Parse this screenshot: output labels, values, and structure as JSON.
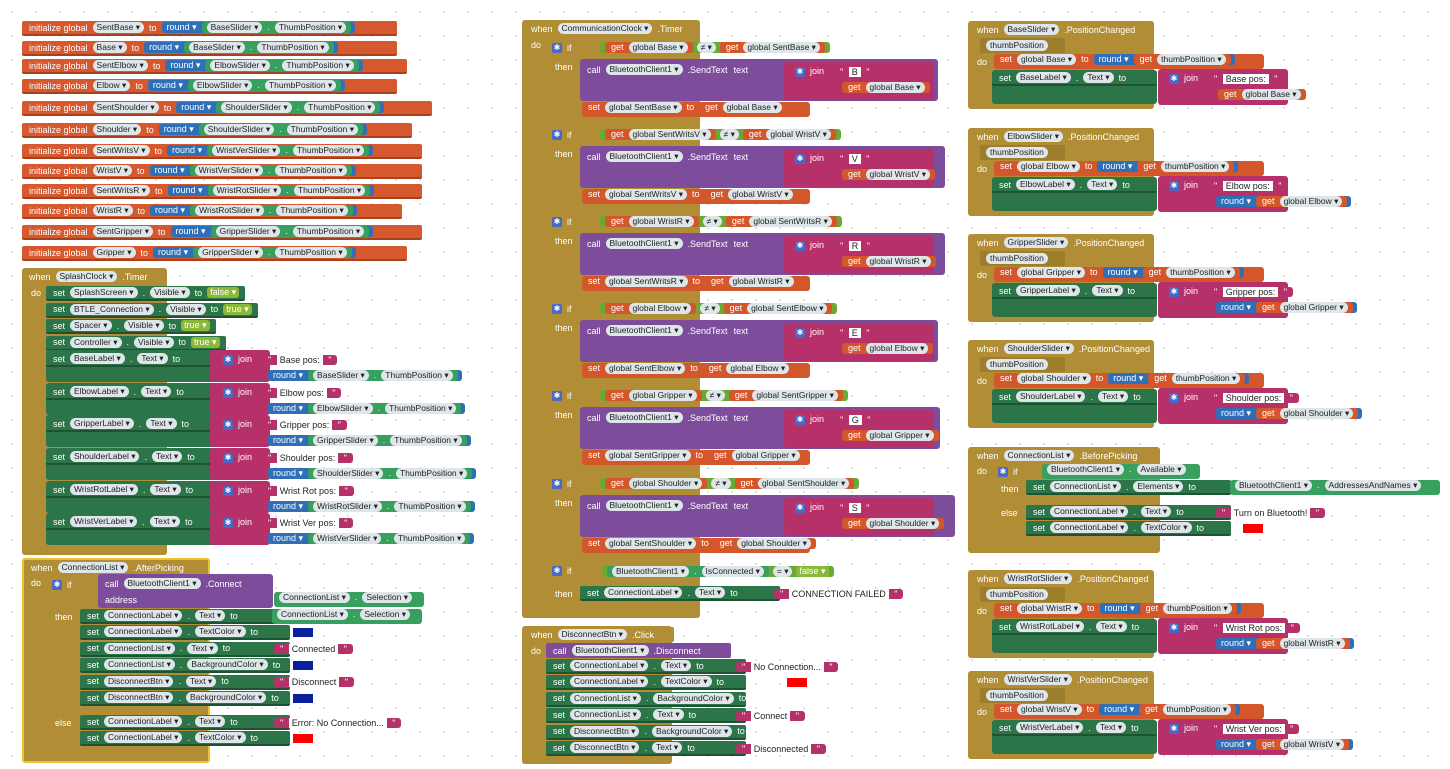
{
  "common": {
    "kw_initialize": "initialize global",
    "kw_to": "to",
    "kw_round": "round",
    "kw_set": "set",
    "kw_get": "get",
    "kw_when": "when",
    "kw_do": "do",
    "kw_if": "if",
    "kw_then": "then",
    "kw_else": "else",
    "kw_call": "call",
    "kw_join": "join",
    "kw_address": "address",
    "kw_dot": ".",
    "gear_glyph": "✱",
    "kw_thumbpos": "ThumbPosition"
  },
  "globals": [
    {
      "name": "SentBase",
      "slider": "BaseSlider"
    },
    {
      "name": "Base",
      "slider": "BaseSlider"
    },
    {
      "name": "SentElbow",
      "slider": "ElbowSlider"
    },
    {
      "name": "Elbow",
      "slider": "ElbowSlider"
    },
    {
      "name": "SentShoulder",
      "slider": "ShoulderSlider"
    },
    {
      "name": "Shoulder",
      "slider": "ShoulderSlider"
    },
    {
      "name": "SentWritsV",
      "slider": "WristVerSlider"
    },
    {
      "name": "WristV",
      "slider": "WristVerSlider"
    },
    {
      "name": "SentWritsR",
      "slider": "WristRotSlider"
    },
    {
      "name": "WristR",
      "slider": "WristRotSlider"
    },
    {
      "name": "SentGripper",
      "slider": "GripperSlider"
    },
    {
      "name": "Gripper",
      "slider": "GripperSlider"
    }
  ],
  "splash": {
    "component": "SplashClock",
    "event": ".Timer",
    "bool_sets": [
      {
        "comp": "SplashScreen",
        "prop": "Visible",
        "val": "false"
      },
      {
        "comp": "BTLE_Connection",
        "prop": "Visible",
        "val": "true"
      },
      {
        "comp": "Spacer",
        "prop": "Visible",
        "val": "true"
      },
      {
        "comp": "Controller",
        "prop": "Visible",
        "val": "true"
      }
    ],
    "label_sets": [
      {
        "comp": "BaseLabel",
        "prop": "Text",
        "text": "Base pos: ",
        "slider": "BaseSlider"
      },
      {
        "comp": "ElbowLabel",
        "prop": "Text",
        "text": "Elbow pos: ",
        "slider": "ElbowSlider"
      },
      {
        "comp": "GripperLabel",
        "prop": "Text",
        "text": "Gripper pos: ",
        "slider": "GripperSlider"
      },
      {
        "comp": "ShoulderLabel",
        "prop": "Text",
        "text": "Shoulder pos: ",
        "slider": "ShoulderSlider"
      },
      {
        "comp": "WristRotLabel",
        "prop": "Text",
        "text": "Wrist Rot pos: ",
        "slider": "WristRotSlider"
      },
      {
        "comp": "WristVerLabel",
        "prop": "Text",
        "text": "Wrist Ver pos: ",
        "slider": "WristVerSlider"
      }
    ]
  },
  "afterpicking": {
    "component": "ConnectionList",
    "event": ".AfterPicking",
    "call_comp": "BluetoothClient1",
    "call_method": ".Connect",
    "addr_comp": "ConnectionList",
    "addr_prop": "Selection",
    "then_sets": [
      {
        "comp": "ConnectionLabel",
        "prop": "Text",
        "val": "ConnectionList",
        "val2": "Selection",
        "kind": "prop"
      },
      {
        "comp": "ConnectionLabel",
        "prop": "TextColor",
        "kind": "color",
        "color": "#0a1f9e"
      },
      {
        "comp": "ConnectionList",
        "prop": "Text",
        "kind": "str",
        "val": "Connected"
      },
      {
        "comp": "ConnectionList",
        "prop": "BackgroundColor",
        "kind": "color",
        "color": "#0a1f9e"
      },
      {
        "comp": "DisconnectBtn",
        "prop": "Text",
        "kind": "str",
        "val": "Disconnect"
      },
      {
        "comp": "DisconnectBtn",
        "prop": "BackgroundColor",
        "kind": "color",
        "color": "#0a1f9e"
      }
    ],
    "else_sets": [
      {
        "comp": "ConnectionLabel",
        "prop": "Text",
        "kind": "str",
        "val": "Error: No Connection..."
      },
      {
        "comp": "ConnectionLabel",
        "prop": "TextColor",
        "kind": "color",
        "color": "#ff0000"
      }
    ]
  },
  "commclock": {
    "component": "CommunicationClock",
    "event": ".Timer",
    "ifs": [
      {
        "a": "global Base",
        "b": "global SentBase",
        "letter": "B",
        "get": "global Base",
        "set": "global SentBase",
        "setval": "global Base"
      },
      {
        "a": "global SentWritsV",
        "b": "global WristV",
        "letter": "V",
        "get": "global WristV",
        "set": "global SentWritsV",
        "setval": "global WristV"
      },
      {
        "a": "global WristR",
        "b": "global SentWritsR",
        "letter": "R",
        "get": "global WristR",
        "set": "global SentWritsR",
        "setval": "global WristR"
      },
      {
        "a": "global Elbow",
        "b": "global SentElbow",
        "letter": "E",
        "get": "global Elbow",
        "set": "global SentElbow",
        "setval": "global Elbow"
      },
      {
        "a": "global Gripper",
        "b": "global SentGripper",
        "letter": "G",
        "get": "global Gripper",
        "set": "global SentGripper",
        "setval": "global Gripper"
      },
      {
        "a": "global Shoulder",
        "b": "global SentShoulder",
        "letter": "S",
        "get": "global Shoulder",
        "set": "global SentShoulder",
        "setval": "global Shoulder"
      }
    ],
    "neq": "≠",
    "call_comp": "BluetoothClient1",
    "call_method": ".SendText",
    "text_kw": "text",
    "last_if": {
      "comp": "BluetoothClient1",
      "prop": "IsConnected",
      "op": "=",
      "val": "false",
      "set_comp": "ConnectionLabel",
      "set_prop": "Text",
      "set_val": "CONNECTION FAILED"
    }
  },
  "disconnect": {
    "component": "DisconnectBtn",
    "event": ".Click",
    "call_comp": "BluetoothClient1",
    "call_method": ".Disconnect",
    "sets": [
      {
        "comp": "ConnectionLabel",
        "prop": "Text",
        "kind": "str",
        "val": "No Connection..."
      },
      {
        "comp": "ConnectionLabel",
        "prop": "TextColor",
        "kind": "color",
        "color": "#ff0000"
      },
      {
        "comp": "ConnectionList",
        "prop": "BackgroundColor",
        "kind": "color",
        "color": "#ffffff"
      },
      {
        "comp": "ConnectionList",
        "prop": "Text",
        "kind": "str",
        "val": "Connect"
      },
      {
        "comp": "DisconnectBtn",
        "prop": "BackgroundColor",
        "kind": "color",
        "color": "#ffffff"
      },
      {
        "comp": "DisconnectBtn",
        "prop": "Text",
        "kind": "str",
        "val": "Disconnected"
      }
    ]
  },
  "poschanged": [
    {
      "slider": "BaseSlider",
      "global": "global Base",
      "label": "BaseLabel",
      "text": "Base pos: ",
      "joinget": "global Base",
      "round_in_join": false
    },
    {
      "slider": "ElbowSlider",
      "global": "global Elbow",
      "label": "ElbowLabel",
      "text": "Elbow pos: ",
      "joinget": "global Elbow",
      "round_in_join": true
    },
    {
      "slider": "GripperSlider",
      "global": "global Gripper",
      "label": "GripperLabel",
      "text": "Gripper pos: ",
      "joinget": "global Gripper",
      "round_in_join": true
    },
    {
      "slider": "ShoulderSlider",
      "global": "global Shoulder",
      "label": "ShoulderLabel",
      "text": "Shoulder pos: ",
      "joinget": "global Shoulder",
      "round_in_join": true
    },
    {
      "slider": "WristRotSlider",
      "global": "global WristR",
      "label": "WristRotLabel",
      "text": "Wrist Rot pos: ",
      "joinget": "global WristR",
      "round_in_join": true
    },
    {
      "slider": "WristVerSlider",
      "global": "global WristV",
      "label": "WristVerLabel",
      "text": "Wrist Ver pos: ",
      "joinget": "global WristV",
      "round_in_join": true
    }
  ],
  "pos_event": ".PositionChanged",
  "pos_param": "thumbPosition",
  "get_param": "thumbPosition",
  "beforepicking": {
    "component": "ConnectionList",
    "event": ".BeforePicking",
    "cond_comp": "BluetoothClient1",
    "cond_prop": "Available",
    "then_comp": "ConnectionList",
    "then_prop": "Elements",
    "then_val_comp": "BluetoothClient1",
    "then_val_prop": "AddressesAndNames",
    "else_sets": [
      {
        "comp": "ConnectionLabel",
        "prop": "Text",
        "kind": "str",
        "val": "Turn on Bluetooth!"
      },
      {
        "comp": "ConnectionLabel",
        "prop": "TextColor",
        "kind": "color",
        "color": "#ff0000"
      }
    ]
  }
}
